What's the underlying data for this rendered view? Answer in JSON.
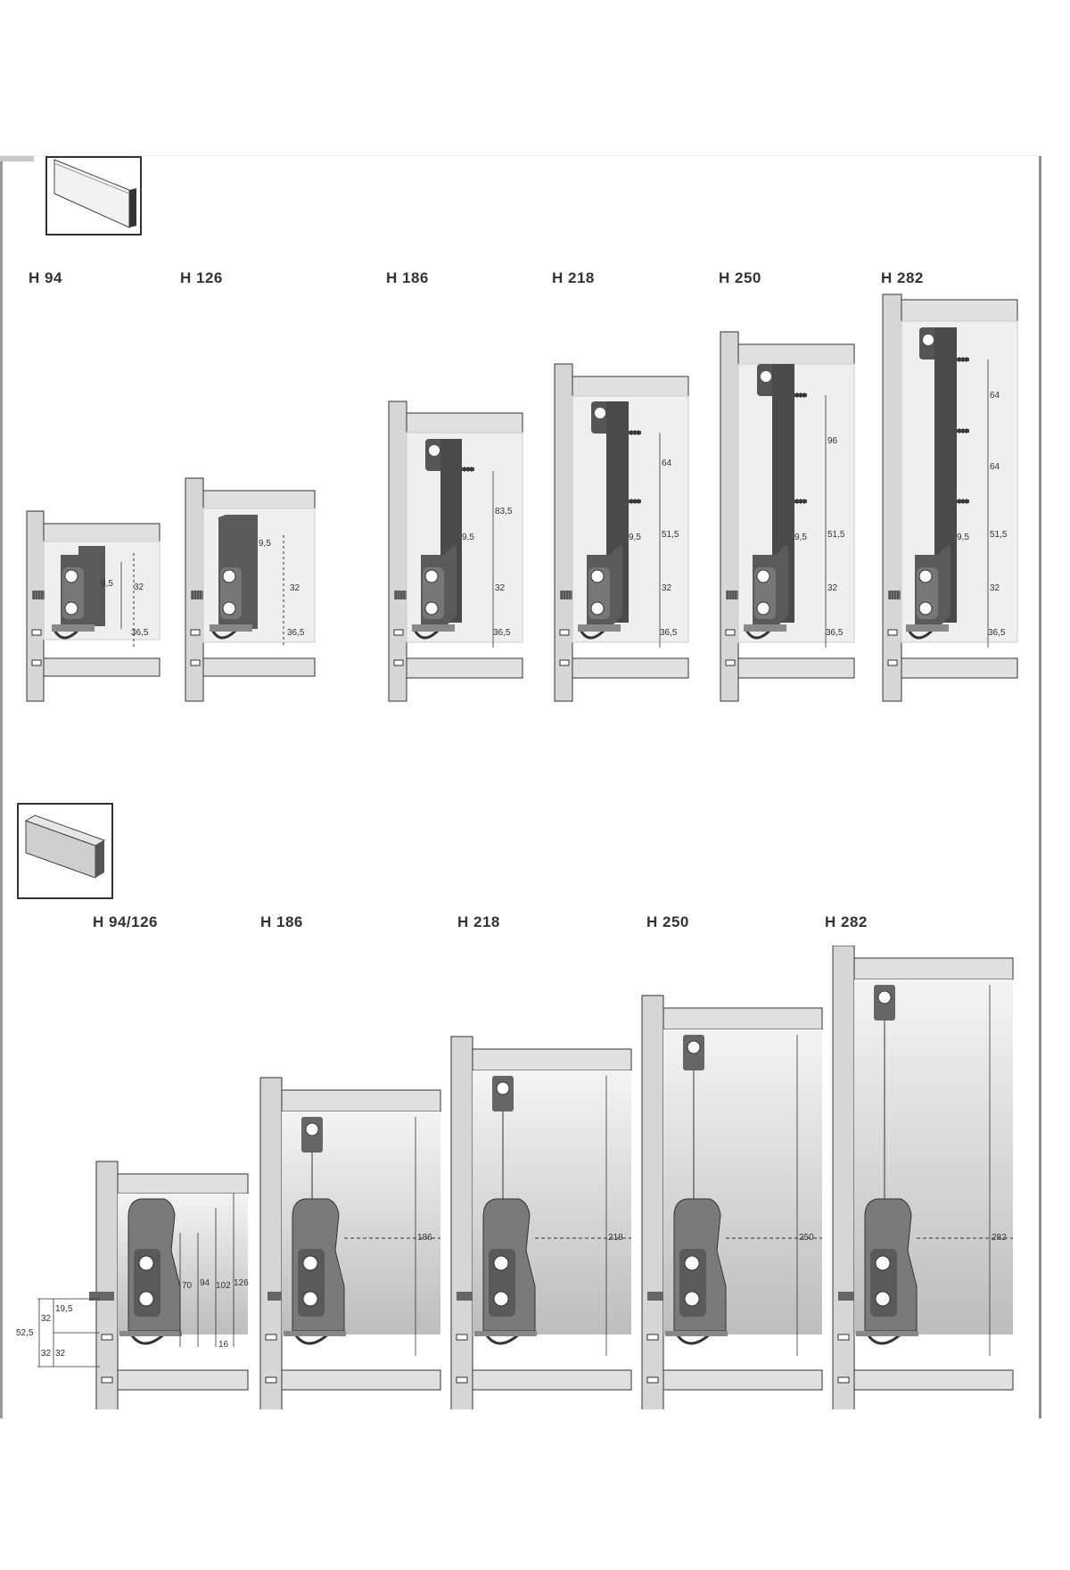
{
  "top_section": {
    "headings": [
      "H 94",
      "H 126",
      "H 186",
      "H 218",
      "H 250",
      "H 282"
    ],
    "common_dims": {
      "offset": "9,5",
      "pitch": "32",
      "base": "36,5"
    },
    "upper_dims": {
      "H 186": [
        "83,5"
      ],
      "H 218": [
        "64",
        "51,5"
      ],
      "H 250": [
        "96",
        "51,5"
      ],
      "H 282": [
        "64",
        "64",
        "51,5"
      ]
    }
  },
  "bottom_section": {
    "headings": [
      "H 94/126",
      "H 186",
      "H 218",
      "H 250",
      "H 282"
    ],
    "left_dims": [
      "52,5",
      "32",
      "19,5",
      "32",
      "32"
    ],
    "first_panel_dims": [
      "70",
      "94",
      "102",
      "126",
      "16"
    ],
    "height_labels": [
      "186",
      "218",
      "250",
      "282"
    ]
  },
  "colors": {
    "line": "#333333",
    "frame": "#d6d6d6",
    "clip": "#5a5a5a",
    "bracket": "#444444",
    "panel": "#e8e8e8"
  }
}
